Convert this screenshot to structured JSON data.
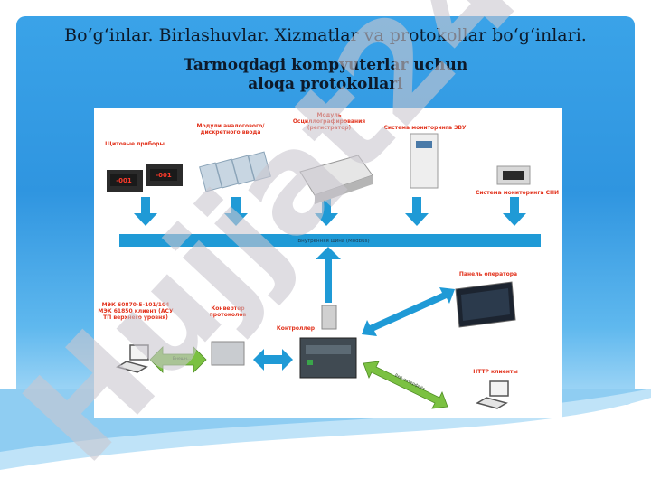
{
  "slide": {
    "title": "Bo‘g‘inlar. Birlashuvlar. Xizmatlar va protokollar bo‘g‘inlari.",
    "subtitle_line1": "Tarmoqdagi kompyuterlar uchun",
    "subtitle_line2": "aloqa protokollari"
  },
  "diagram": {
    "labels": {
      "panel_devices": "Щитовые приборы",
      "analog_module": "Модули аналогового/дискретного ввода",
      "oscillo_module": "Модуль Осциллографирования (регистратор)",
      "monitor_zvu": "Система мониторинга ЗВУ",
      "monitor_sni": "Система мониторинга СНИ",
      "bus": "Внутренняя шина (Modbus)",
      "operator_panel": "Панель оператора",
      "iec_client": "МЭК 60870-5-101/104 МЭК 61850 клиент (АСУ ТП верхнего уровня)",
      "converter": "Конвертер протоколов",
      "controller": "Контроллер",
      "http_clients": "HTTP клиенты",
      "arrow_upper": "Внешн...",
      "arrow_web": "Веб-интерфейс"
    },
    "display_values": [
      "-001",
      "-001"
    ],
    "colors": {
      "arrow_blue": "#1f9ad6",
      "arrow_green": "#7bc142",
      "label_red": "#e2331d"
    }
  },
  "watermark": {
    "text": "Hujjat24",
    "color": "#c9c6cf"
  }
}
